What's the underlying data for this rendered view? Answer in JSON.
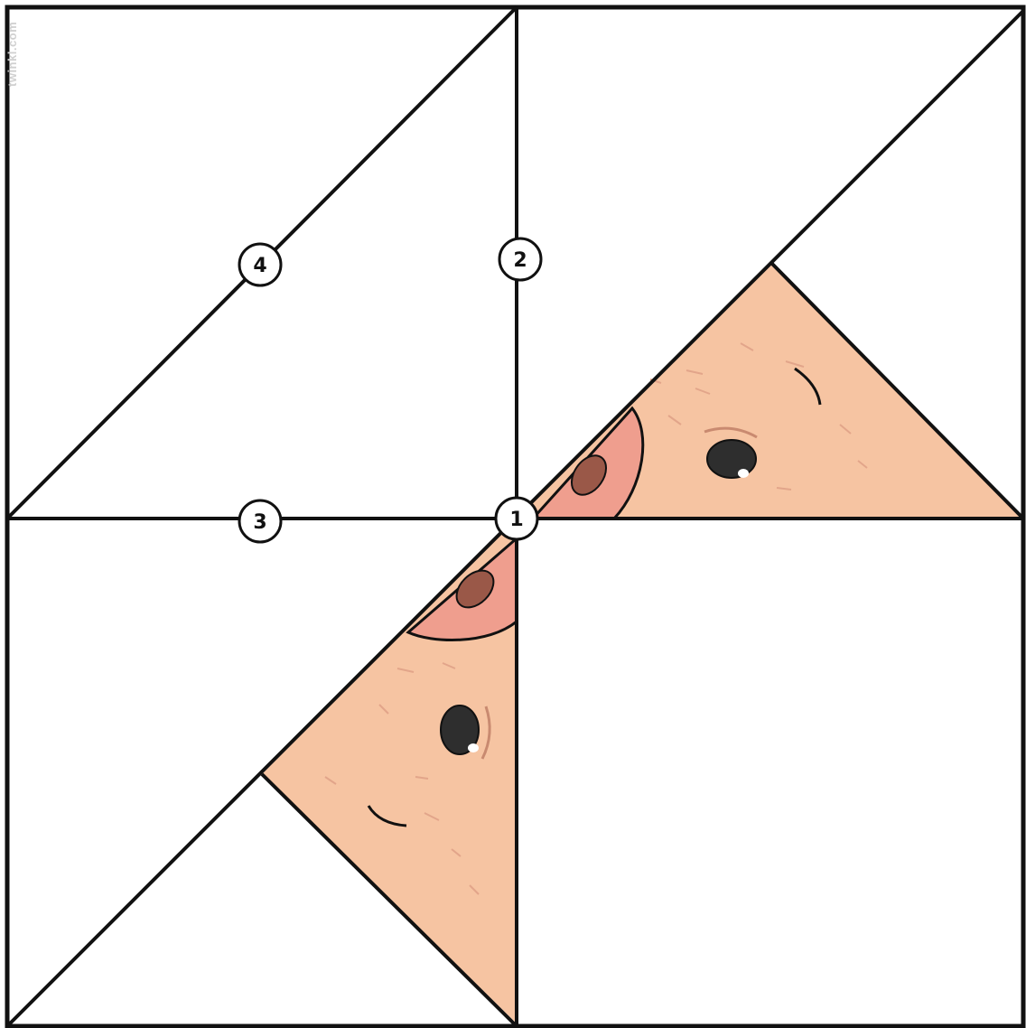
{
  "watermark": "twinkl.com",
  "fold_markers": [
    {
      "id": "1",
      "label": "1"
    },
    {
      "id": "2",
      "label": "2"
    },
    {
      "id": "3",
      "label": "3"
    },
    {
      "id": "4",
      "label": "4"
    }
  ],
  "colors": {
    "line": "#111111",
    "skin": "#f6c4a2",
    "skin_dark": "#e8a98a",
    "snout": "#ef9e8e",
    "nostril": "#9a5848",
    "eye": "#2e2e2e",
    "background": "#ffffff"
  }
}
